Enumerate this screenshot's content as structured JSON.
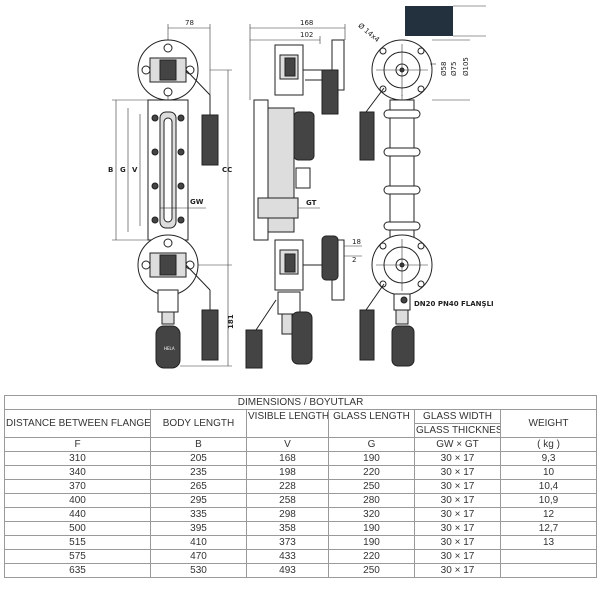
{
  "drawing": {
    "dims": {
      "d78": "78",
      "d168": "168",
      "d102": "102",
      "holes": "14x4",
      "d58": "58",
      "d75": "75",
      "d105": "105",
      "cc": "CC",
      "b": "B",
      "g": "G",
      "v": "V",
      "gw": "GW",
      "gt": "GT",
      "d18": "18",
      "d2": "2",
      "d181": "181"
    },
    "flange_label": "DN20 PN40 FLANŞLI",
    "swatch_color": "#22313d"
  },
  "table": {
    "title": "DIMENSIONS / BOYUTLAR",
    "headers": {
      "distance": "DISTANCE BETWEEN FLANGES",
      "body": "BODY LENGTH",
      "visible": "VISIBLE LENGTH",
      "glass_length": "GLASS LENGTH",
      "glass_width": "GLASS WIDTH",
      "glass_thickness": "GLASS THICKNESS",
      "weight": "WEIGHT"
    },
    "symbols": {
      "f": "F",
      "b": "B",
      "v": "V",
      "g": "G",
      "gwgt": "GW × GT",
      "kg": "( kg )"
    },
    "rows": [
      [
        "310",
        "205",
        "168",
        "190",
        "30 × 17",
        "9,3"
      ],
      [
        "340",
        "235",
        "198",
        "220",
        "30 × 17",
        "10"
      ],
      [
        "370",
        "265",
        "228",
        "250",
        "30 × 17",
        "10,4"
      ],
      [
        "400",
        "295",
        "258",
        "280",
        "30 × 17",
        "10,9"
      ],
      [
        "440",
        "335",
        "298",
        "320",
        "30 × 17",
        "12"
      ],
      [
        "500",
        "395",
        "358",
        "190",
        "30 × 17",
        "12,7"
      ],
      [
        "515",
        "410",
        "373",
        "190",
        "30 × 17",
        "13"
      ],
      [
        "575",
        "470",
        "433",
        "220",
        "30 × 17",
        ""
      ],
      [
        "635",
        "530",
        "493",
        "250",
        "30 × 17",
        ""
      ]
    ]
  }
}
